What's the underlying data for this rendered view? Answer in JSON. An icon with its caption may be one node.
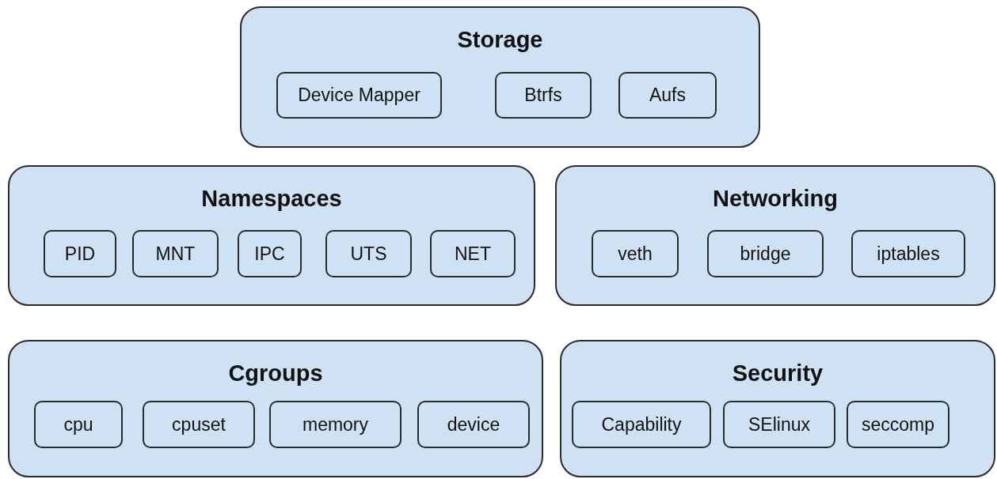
{
  "diagram": {
    "nodes": [
      {
        "text": [
          "Storage"
        ]
      },
      {
        "text": [
          "Device Mapper"
        ],
        "in": 0
      },
      {
        "text": [
          "Btrfs"
        ],
        "in": 0
      },
      {
        "text": [
          "Aufs"
        ],
        "in": 0
      },
      {
        "text": [
          "Namespaces"
        ]
      },
      {
        "text": [
          "PID"
        ],
        "in": 4
      },
      {
        "text": [
          "MNT"
        ],
        "in": 4
      },
      {
        "text": [
          "IPC"
        ],
        "in": 4
      },
      {
        "text": [
          "UTS"
        ],
        "in": 4
      },
      {
        "text": [
          "NET"
        ],
        "in": 4
      },
      {
        "text": [
          "Networking"
        ]
      },
      {
        "text": [
          "veth"
        ],
        "in": 10
      },
      {
        "text": [
          "bridge"
        ],
        "in": 10
      },
      {
        "text": [
          "iptables"
        ],
        "in": 10
      },
      {
        "text": [
          "Cgroups"
        ]
      },
      {
        "text": [
          "cpu"
        ],
        "in": 14
      },
      {
        "text": [
          "cpuset"
        ],
        "in": 14
      },
      {
        "text": [
          "memory"
        ],
        "in": 14
      },
      {
        "text": [
          "device"
        ],
        "in": 14
      },
      {
        "text": [
          "Security"
        ]
      },
      {
        "text": [
          "Capability"
        ],
        "in": 19
      },
      {
        "text": [
          "SElinux"
        ],
        "in": 19
      },
      {
        "text": [
          "seccomp"
        ],
        "in": 19
      }
    ]
  }
}
